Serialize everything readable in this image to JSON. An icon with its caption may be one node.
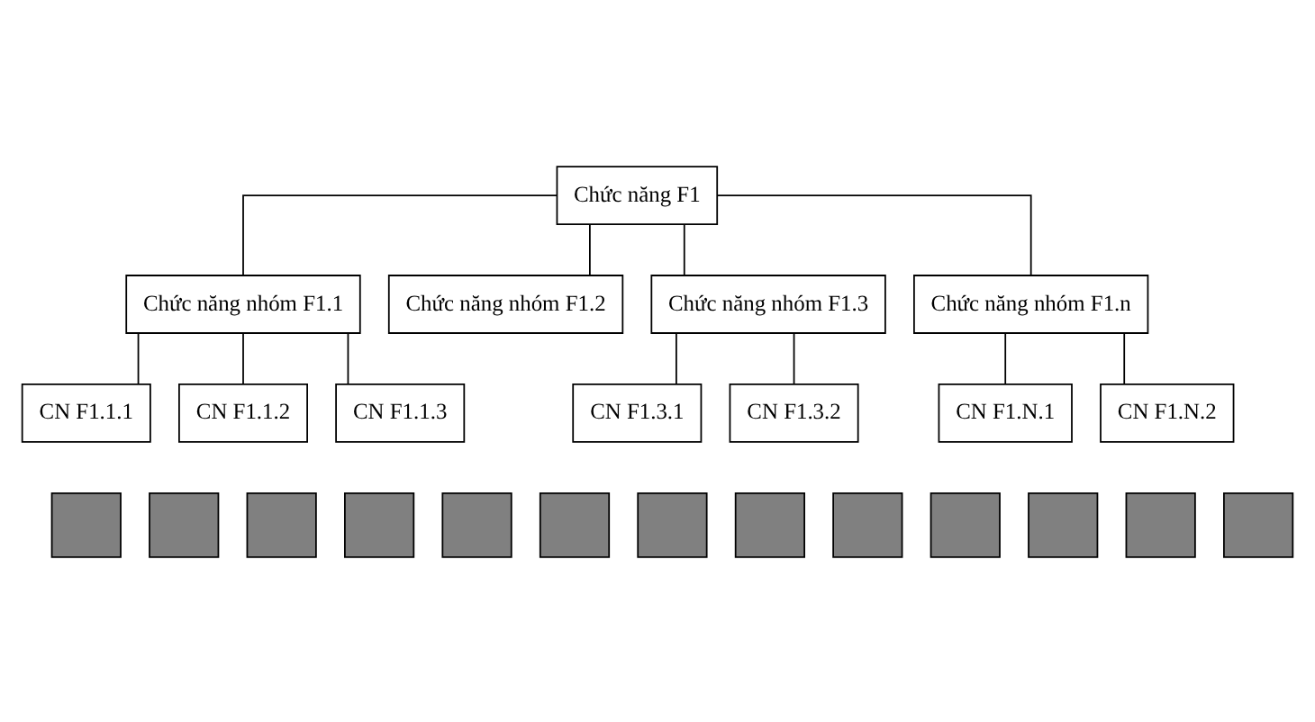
{
  "diagram": {
    "nodes": [
      {
        "text": [
          "Chức năng F1"
        ]
      },
      {
        "text": [
          "Chức năng nhóm F1.1"
        ]
      },
      {
        "text": [
          "Chức năng nhóm F1.2"
        ]
      },
      {
        "text": [
          "Chức năng nhóm F1.3"
        ]
      },
      {
        "text": [
          "Chức năng nhóm F1.n"
        ]
      },
      {
        "text": [
          "CN F1.1.1"
        ]
      },
      {
        "text": [
          "CN F1.1.2"
        ]
      },
      {
        "text": [
          "CN F1.1.3"
        ]
      },
      {
        "text": [
          "CN F1.3.1"
        ]
      },
      {
        "text": [
          "CN F1.3.2"
        ]
      },
      {
        "text": [
          "CN F1.N.1"
        ]
      },
      {
        "text": [
          "CN F1.N.2"
        ]
      },
      {
        "text": [],
        "shape": "box"
      },
      {
        "text": [],
        "shape": "box"
      },
      {
        "text": [],
        "shape": "box"
      },
      {
        "text": [],
        "shape": "box"
      },
      {
        "text": [],
        "shape": "box"
      },
      {
        "text": [],
        "shape": "box"
      },
      {
        "text": [],
        "shape": "box"
      },
      {
        "text": [],
        "shape": "box"
      },
      {
        "text": [],
        "shape": "box"
      },
      {
        "text": [],
        "shape": "box"
      },
      {
        "text": [],
        "shape": "box"
      },
      {
        "text": [],
        "shape": "box"
      },
      {
        "text": [],
        "shape": "box"
      }
    ],
    "edges": [
      {
        "from": 0,
        "to": 1,
        "arrow": "none"
      },
      {
        "from": 0,
        "to": 2,
        "arrow": "none"
      },
      {
        "from": 0,
        "to": 3,
        "arrow": "none"
      },
      {
        "from": 0,
        "to": 4,
        "arrow": "none"
      },
      {
        "from": 1,
        "to": 5,
        "arrow": "none"
      },
      {
        "from": 1,
        "to": 6,
        "arrow": "none"
      },
      {
        "from": 1,
        "to": 7,
        "arrow": "none"
      },
      {
        "from": 3,
        "to": 8,
        "arrow": "none"
      },
      {
        "from": 3,
        "to": 9,
        "arrow": "none"
      },
      {
        "from": 4,
        "to": 10,
        "arrow": "none"
      },
      {
        "from": 4,
        "to": 11,
        "arrow": "none"
      }
    ]
  }
}
